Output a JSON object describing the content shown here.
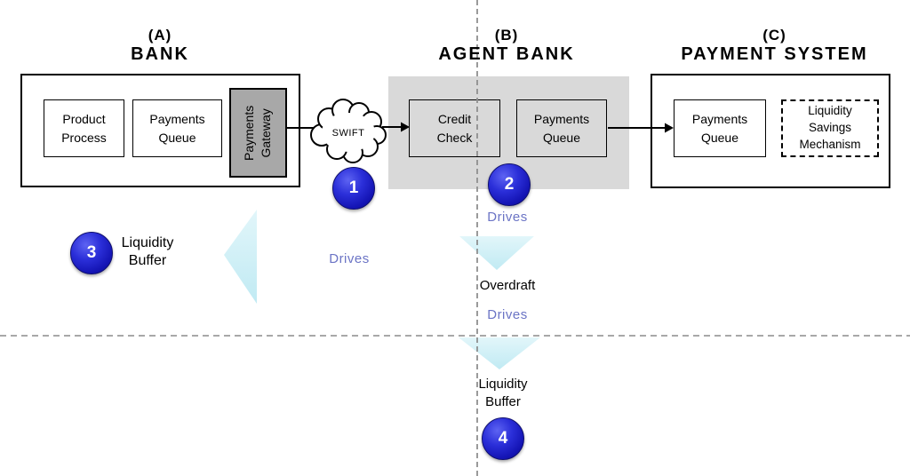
{
  "sections": {
    "a": {
      "tag": "(A)",
      "title": "BANK",
      "product_process": "Product\nProcess",
      "payments_queue": "Payments\nQueue",
      "payments_gateway": "Payments\nGateway"
    },
    "b": {
      "tag": "(B)",
      "title": "AGENT BANK",
      "credit_check": "Credit\nCheck",
      "payments_queue": "Payments\nQueue"
    },
    "c": {
      "tag": "(C)",
      "title": "PAYMENT SYSTEM",
      "payments_queue": "Payments\nQueue",
      "liquidity_savings_mechanism": "Liquidity\nSavings\nMechanism"
    }
  },
  "cloud": {
    "label": "SWIFT"
  },
  "markers": {
    "one": "1",
    "two": "2",
    "three": "3",
    "four": "4"
  },
  "labels": {
    "drives_left": "Drives",
    "drives_upper": "Drives",
    "overdraft": "Overdraft",
    "drives_lower": "Drives",
    "liquidity_buffer_left": "Liquidity\nBuffer",
    "liquidity_buffer_bottom": "Liquidity\nBuffer"
  },
  "colors": {
    "agent_bank_region": "#d9d9d9",
    "gateway_fill": "#a8a8a8",
    "marker_blue": "#2b2fd9",
    "drives_text": "#6b74c5",
    "arrow_cyan_top": "#e2f6fa",
    "arrow_cyan_bottom": "#c0eaf3",
    "dashed_line": "#8f8f8f"
  }
}
